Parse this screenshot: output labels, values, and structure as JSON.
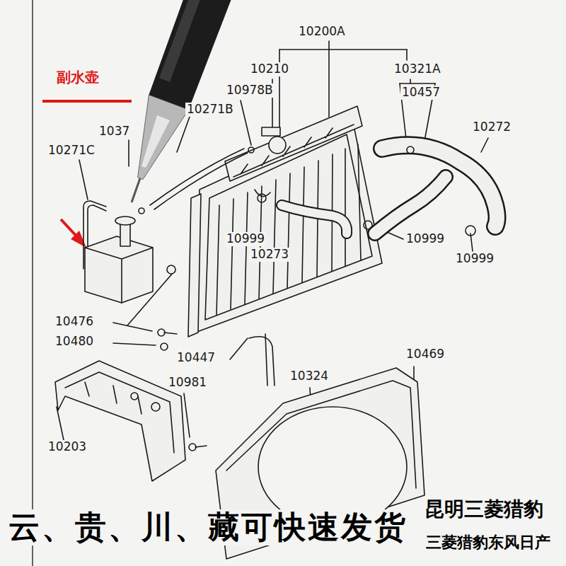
{
  "diagram": {
    "labels": [
      "副水壶",
      "10200A",
      "10210",
      "10321A",
      "10978B",
      "10457",
      "10271B",
      "10272",
      "1037",
      "10271C",
      "10999",
      "10273",
      "10999",
      "10999",
      "10476",
      "10480",
      "10447",
      "10469",
      "10324",
      "10981",
      "10203",
      "云、贵、川、藏可快速发货",
      "昆明三菱猎豹",
      "三菱猎豹东风日产"
    ]
  }
}
